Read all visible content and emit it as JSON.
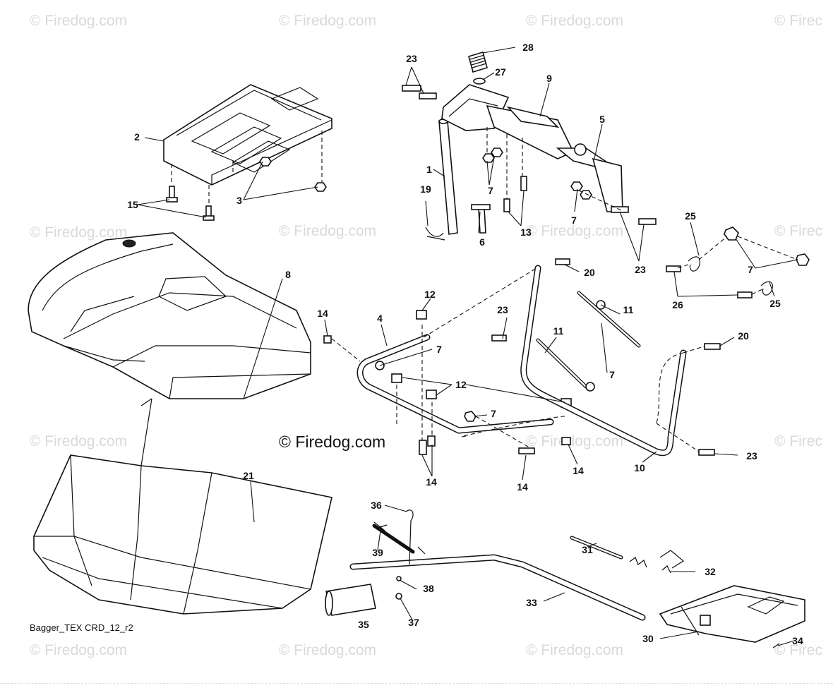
{
  "watermarks": {
    "text": "© Firedog.com",
    "partial_text": "© Firec"
  },
  "center_watermark": "© Firedog.com",
  "caption": "Bagger_TEX CRD_12_r2",
  "callouts": [
    "1",
    "2",
    "3",
    "4",
    "5",
    "6",
    "7",
    "8",
    "9",
    "10",
    "11",
    "12",
    "13",
    "14",
    "15",
    "19",
    "20",
    "21",
    "23",
    "25",
    "26",
    "27",
    "28",
    "30",
    "31",
    "32",
    "33",
    "34",
    "35",
    "36",
    "37",
    "38",
    "39"
  ]
}
